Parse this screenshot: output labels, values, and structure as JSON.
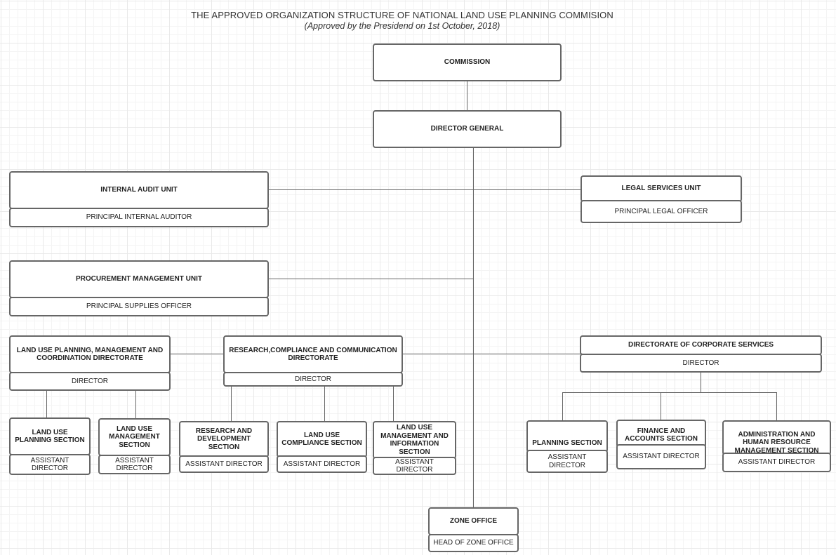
{
  "title": "THE APPROVED ORGANIZATION STRUCTURE OF NATIONAL LAND USE PLANNING COMMISION",
  "subtitle": "(Approved by the Presidend on 1st October, 2018)",
  "commission": "COMMISSION",
  "director_general": "DIRECTOR GENERAL",
  "internal_audit": {
    "unit": "INTERNAL AUDIT UNIT",
    "head": "PRINCIPAL INTERNAL AUDITOR"
  },
  "legal": {
    "unit": "LEGAL SERVICES UNIT",
    "head": "PRINCIPAL LEGAL OFFICER"
  },
  "procurement": {
    "unit": "PROCUREMENT MANAGEMENT UNIT",
    "head": "PRINCIPAL SUPPLIES OFFICER"
  },
  "planning_dir": {
    "name": "LAND USE PLANNING, MANAGEMENT AND COORDINATION DIRECTORATE",
    "head": "DIRECTOR",
    "sections": [
      {
        "name": "LAND USE PLANNING SECTION",
        "head": "ASSISTANT DIRECTOR"
      },
      {
        "name": "LAND USE MANAGEMENT SECTION",
        "head": "ASSISTANT DIRECTOR"
      }
    ]
  },
  "research_dir": {
    "name": "RESEARCH,COMPLIANCE AND COMMUNICATION DIRECTORATE",
    "head": "DIRECTOR",
    "sections": [
      {
        "name": "RESEARCH AND DEVELOPMENT SECTION",
        "head": "ASSISTANT DIRECTOR"
      },
      {
        "name": "LAND USE COMPLIANCE SECTION",
        "head": "ASSISTANT DIRECTOR"
      },
      {
        "name": "LAND USE MANAGEMENT AND INFORMATION SECTION",
        "head": "ASSISTANT DIRECTOR"
      }
    ]
  },
  "corporate_dir": {
    "name": "DIRECTORATE OF CORPORATE SERVICES",
    "head": "DIRECTOR",
    "sections": [
      {
        "name": "PLANNING SECTION",
        "head": "ASSISTANT DIRECTOR"
      },
      {
        "name": "FINANCE AND ACCOUNTS SECTION",
        "head": "ASSISTANT DIRECTOR"
      },
      {
        "name": "ADMINISTRATION AND HUMAN RESOURCE MANAGEMENT SECTION",
        "head": "ASSISTANT DIRECTOR"
      }
    ]
  },
  "zone": {
    "name": "ZONE OFFICE",
    "head": "HEAD OF ZONE OFFICE"
  }
}
